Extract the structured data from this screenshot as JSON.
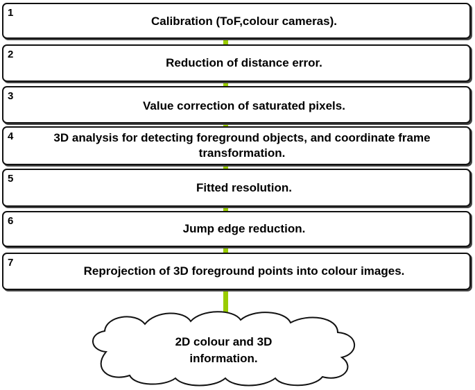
{
  "steps": [
    {
      "number": "1",
      "text": "Calibration (ToF,colour cameras)."
    },
    {
      "number": "2",
      "text": "Reduction of distance error."
    },
    {
      "number": "3",
      "text": "Value correction of saturated pixels."
    },
    {
      "number": "4",
      "text": "3D analysis for detecting foreground objects, and coordinate frame transformation."
    },
    {
      "number": "5",
      "text": "Fitted resolution."
    },
    {
      "number": "6",
      "text": "Jump edge reduction."
    },
    {
      "number": "7",
      "text": "Reprojection of 3D foreground points into colour images."
    }
  ],
  "output": {
    "line1": "2D  colour and 3D",
    "line2": "information."
  },
  "colors": {
    "connector": "#99cc00",
    "border": "#111111"
  }
}
